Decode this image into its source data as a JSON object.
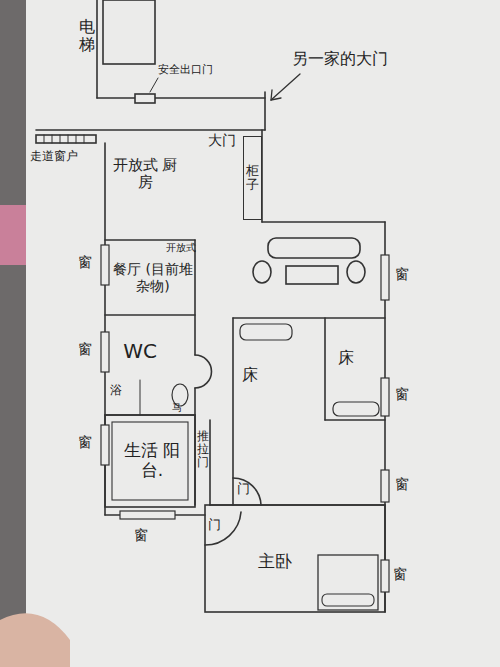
{
  "diagram": {
    "nodes": [
      {
        "text": [
          "开放式 厨房"
        ]
      },
      {
        "text": [
          "餐厅 (目前堆杂物)"
        ]
      },
      {
        "text": [
          "WC"
        ]
      },
      {
        "text": [
          "生活 阳台."
        ]
      },
      {
        "text": [
          "柜子"
        ]
      },
      {
        "text": [
          "床"
        ]
      },
      {
        "text": [
          "床"
        ]
      },
      {
        "text": [
          "主卧"
        ]
      }
    ],
    "labels": [
      "电梯",
      "安全出口门",
      "另一家的大门",
      "大门",
      "走道窗户",
      "窗",
      "窗",
      "窗",
      "窗",
      "窗",
      "窗",
      "窗",
      "窗",
      "开放式",
      "浴",
      "马",
      "推拉门",
      "门",
      "门"
    ]
  }
}
